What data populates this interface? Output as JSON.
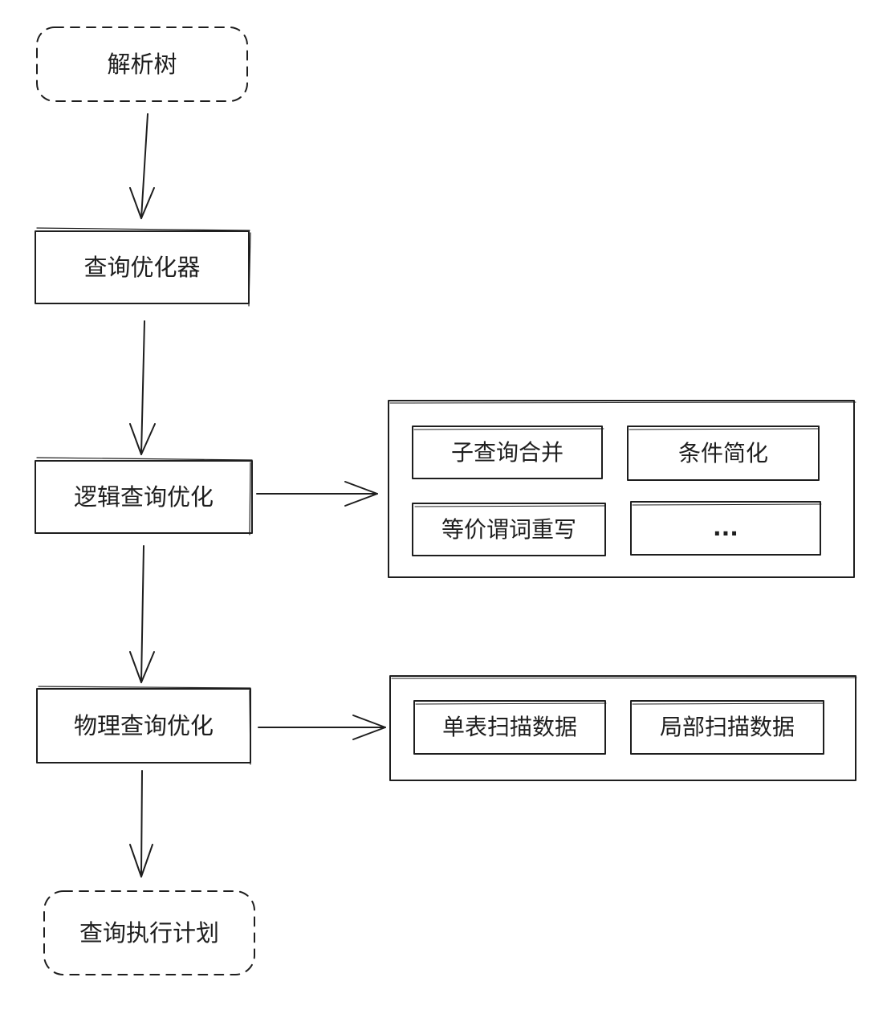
{
  "flow": {
    "parse_tree": "解析树",
    "optimizer": "查询优化器",
    "logical_opt": "逻辑查询优化",
    "physical_opt": "物理查询优化",
    "exec_plan": "查询执行计划"
  },
  "logical_group": {
    "items": [
      "子查询合并",
      "条件简化",
      "等价谓词重写",
      "..."
    ]
  },
  "physical_group": {
    "items": [
      "单表扫描数据",
      "局部扫描数据"
    ]
  }
}
